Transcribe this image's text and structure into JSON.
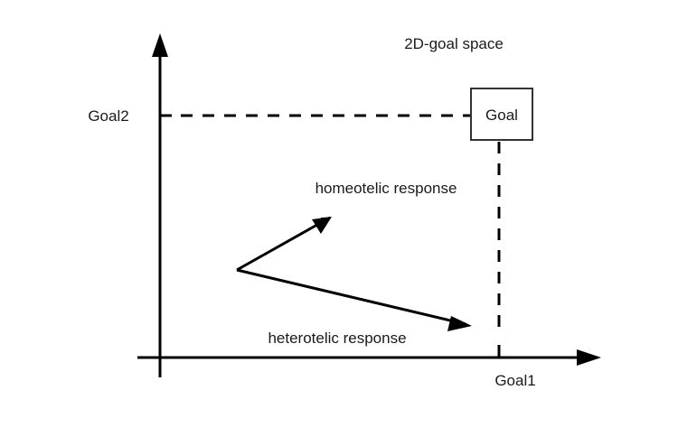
{
  "diagram": {
    "title": "2D-goal space",
    "y_axis_label": "Goal2",
    "x_axis_label": "Goal1",
    "goal_box_label": "Goal",
    "arrows": [
      {
        "label": "homeotelic response"
      },
      {
        "label": "heterotelic response"
      }
    ],
    "colors": {
      "ink": "#000000",
      "text": "#1a1a1a",
      "background": "#ffffff"
    }
  }
}
